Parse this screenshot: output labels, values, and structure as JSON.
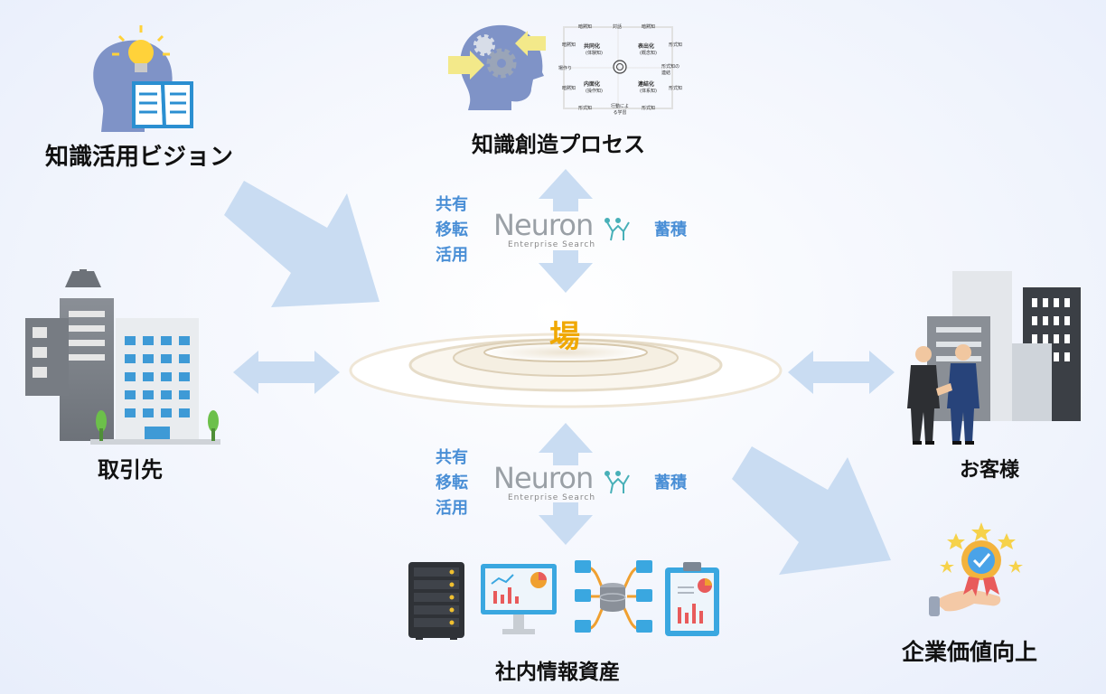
{
  "nodes": {
    "vision": "知識活用ビジョン",
    "process": "知識創造プロセス",
    "partners": "取引先",
    "customers": "お客様",
    "assets": "社内情報資産",
    "value": "企業価値向上",
    "ba": "場"
  },
  "actions": {
    "top": [
      "共有",
      "移転",
      "活用"
    ],
    "bottom": [
      "共有",
      "移転",
      "活用"
    ],
    "accumulate": "蓄積"
  },
  "brand": {
    "name": "Neuron",
    "tagline": "Enterprise Search"
  },
  "seci": {
    "socialization": "共同化",
    "socialization_sub": "(体験知)",
    "externalization": "表出化",
    "externalization_sub": "(概念知)",
    "combination": "連結化",
    "combination_sub": "(体系知)",
    "internalization": "内面化",
    "internalization_sub": "(操作知)",
    "top_mid": "対話",
    "left_mid": "場作り",
    "right_mid": "形式知の連結",
    "bottom_mid": "行動による学習",
    "tl_top": "暗黙知",
    "tr_top": "暗黙知",
    "tl_side": "暗黙知",
    "tr_side": "形式知",
    "bl_side": "暗黙知",
    "br_side": "形式知",
    "bl_bot": "形式知",
    "br_bot": "形式知"
  },
  "colors": {
    "accent": "#4a8fd6",
    "ba": "#f0a800",
    "arrow": "#c9dcf2"
  }
}
